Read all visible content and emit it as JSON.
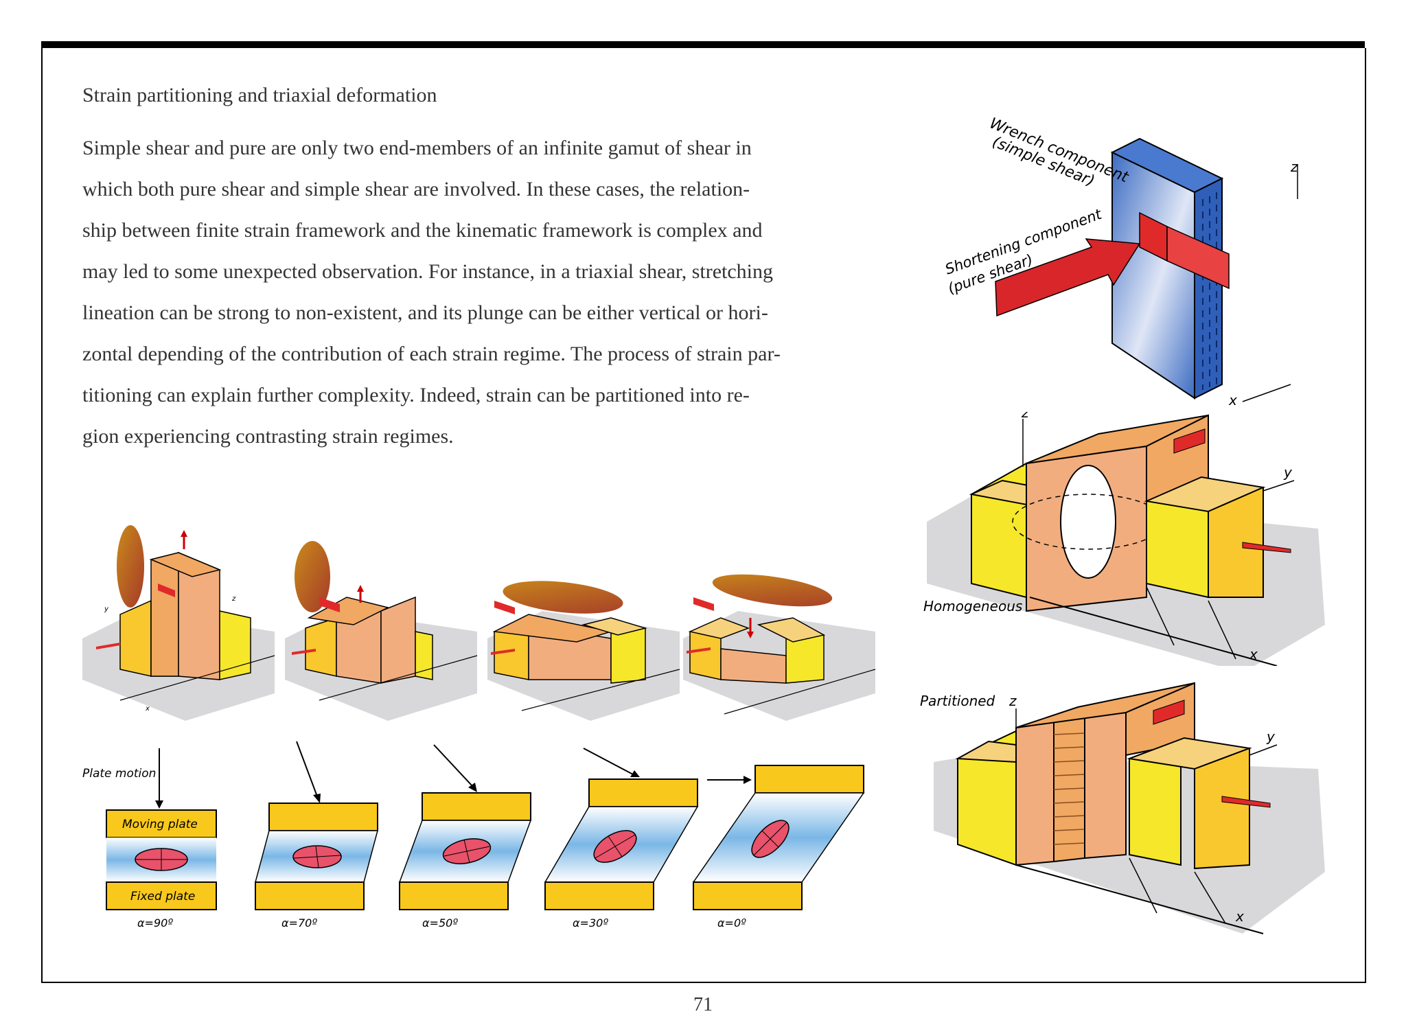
{
  "page": {
    "section_title": "Strain partitioning and triaxial deformation",
    "paragraph_lines": [
      "Simple shear and pure are only two end-members of an infinite gamut of shear in",
      "which both pure shear and simple shear are involved.  In these cases, the relation-",
      "ship between finite strain framework and the kinematic framework is complex and",
      "may led to some unexpected observation.  For instance, in a triaxial shear, stretching",
      "lineation can be strong to non-existent, and its plunge can be either vertical or hori-",
      "zontal depending of the contribution of each strain regime.  The process of strain par-",
      "titioning can explain further complexity.  Indeed, strain can be partitioned into re-",
      "gion experiencing contrasting strain regimes."
    ],
    "page_number": "71"
  },
  "figure_top_right": {
    "label_wrench_1": "Wrench component",
    "label_wrench_2": "(simple shear)",
    "label_short_1": "Shortening component",
    "label_short_2": "(pure shear)",
    "axis_z": "z",
    "axis_x": "x"
  },
  "figure_homogeneous": {
    "label": "Homogeneous",
    "axis_z": "z",
    "axis_y": "y",
    "axis_x": "x"
  },
  "figure_partitioned": {
    "label": "Partitioned",
    "axis_z": "z",
    "axis_y": "y",
    "axis_x": "x"
  },
  "block_series": {
    "axis_y": "y",
    "axis_z": "z",
    "axis_x": "x"
  },
  "plate_series": {
    "plate_motion_label": "Plate motion",
    "moving_plate": "Moving plate",
    "fixed_plate": "Fixed plate",
    "angles": [
      "α=90º",
      "α=70º",
      "α=50º",
      "α=30º",
      "α=0º"
    ]
  },
  "colors": {
    "yellow": "#f5e62a",
    "orange_face": "#f2ad7e",
    "orange_top": "#f0a862",
    "red_arrow": "#e02a2a",
    "blue_face": "#3e6fc4",
    "plate_yellow": "#f9c81c"
  }
}
